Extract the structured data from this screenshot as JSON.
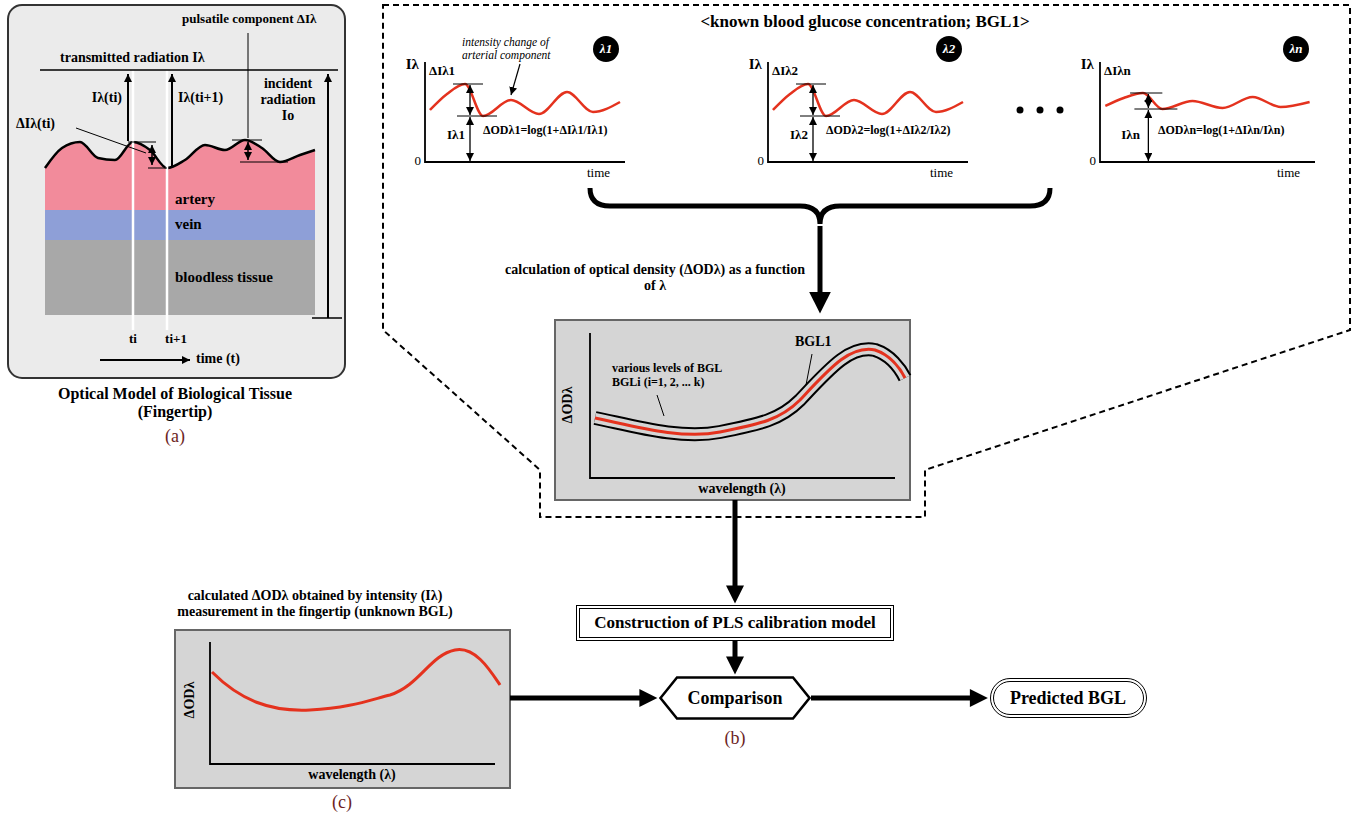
{
  "diagram": {
    "nodes": [
      {
        "text": [
          "transmitted radiation Iλ",
          "pulsatile component ΔIλ",
          "Iλ(ti)",
          "Iλ(ti+1)",
          "incident radiation Io",
          "ΔIλ(ti)",
          "ti",
          "ti+1",
          "time (t)"
        ]
      },
      {
        "text": [
          "artery"
        ],
        "in": 0
      },
      {
        "text": [
          "vein"
        ],
        "in": 0
      },
      {
        "text": [
          "bloodless tissue"
        ],
        "in": 0
      },
      {
        "text": [
          "<known blood glucose concentration; BGL1>",
          "intensity change of arterial component",
          "calculation of optical density (ΔODλ) as a function of λ"
        ]
      },
      {
        "text": [
          "λ1"
        ],
        "in": 4
      },
      {
        "text": [
          "λ2"
        ],
        "in": 4
      },
      {
        "text": [
          "λn"
        ],
        "in": 4
      },
      {
        "text": [
          "ΔODλ",
          "various levels of BGL BGLi (i=1, 2, ... k)",
          "BGL1",
          "wavelength (λ)"
        ],
        "in": 4
      },
      {
        "text": [
          "Construction of PLS calibration model"
        ]
      },
      {
        "text": [
          "Comparison"
        ]
      },
      {
        "text": [
          "Predicted BGL"
        ]
      },
      {
        "text": [
          "ΔODλ",
          "wavelength (λ)"
        ]
      }
    ],
    "edges": [
      {
        "from": 8,
        "to": 9,
        "arrow": "to"
      },
      {
        "from": 9,
        "to": 10,
        "arrow": "to"
      },
      {
        "from": 12,
        "to": 10,
        "arrow": "to"
      },
      {
        "from": 10,
        "to": 11,
        "arrow": "to"
      }
    ],
    "labels": [
      "Optical Model of Biological Tissue (Fingertip)",
      "(a)",
      "Iλ",
      "ΔIλ1",
      "Iλ1",
      "ΔODλ1=log(1+ΔIλ1/Iλ1)",
      "0",
      "time",
      "Iλ",
      "ΔIλ2",
      "Iλ2",
      "ΔODλ2=log(1+ΔIλ2/Iλ2)",
      "0",
      "time",
      "Iλ",
      "ΔIλn",
      "Iλn",
      "ΔODλn=log(1+ΔIλn/Iλn)",
      "0",
      "time",
      "(b)",
      "calculated ΔODλ obtained by intensity (Iλ) measurement in the fingertip (unknown BGL)",
      "(c)"
    ]
  }
}
